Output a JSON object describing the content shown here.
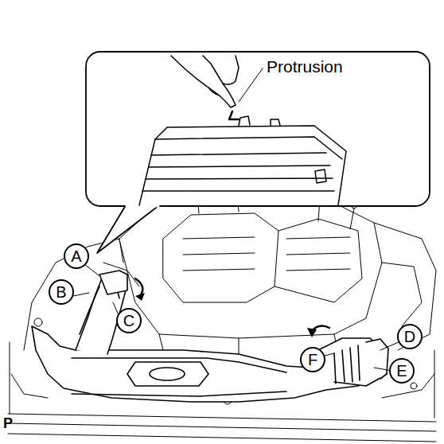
{
  "diagram": {
    "nodes": [
      {
        "text": [
          "A"
        ]
      },
      {
        "text": [
          "B"
        ]
      },
      {
        "text": [
          "C"
        ]
      },
      {
        "text": [
          "D"
        ]
      },
      {
        "text": [
          "F"
        ]
      },
      {
        "text": [
          "E"
        ]
      }
    ],
    "labels": [
      "Protrusion",
      "P"
    ]
  }
}
